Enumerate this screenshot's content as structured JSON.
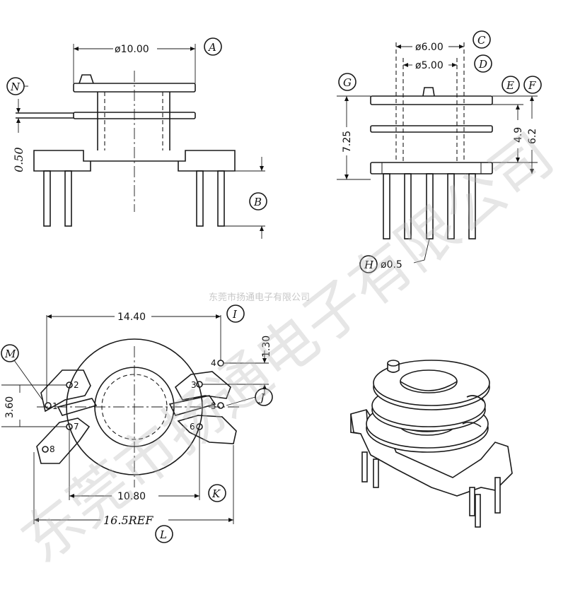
{
  "front_view": {
    "dim_diameter_top": "ø10.00",
    "dim_thickness": "0.50",
    "callouts": [
      "A",
      "N",
      "B"
    ]
  },
  "side_view": {
    "dim_diameter_outer": "ø6.00",
    "dim_diameter_inner": "ø5.00",
    "dim_height_left": "7.25",
    "dim_height_mid": "4.9",
    "dim_height_right": "6.2",
    "dim_pin": "ø0.5",
    "callouts": [
      "C",
      "D",
      "G",
      "E",
      "F",
      "H"
    ]
  },
  "bottom_view": {
    "dim_width_top": "14.40",
    "dim_small_right": "1.30",
    "dim_side_left": "3.60",
    "dim_pin_pitch": "10.80",
    "dim_overall": "16.5REF",
    "callouts": [
      "I",
      "M",
      "J",
      "K",
      "L"
    ],
    "pins": [
      "1",
      "2",
      "3",
      "4",
      "5",
      "6",
      "7",
      "8"
    ]
  },
  "watermark": {
    "company": "东莞市扬通电子有限公司",
    "company_small": "东莞市扬通电子有限公司"
  },
  "colors": {
    "line": "#1a1a1a",
    "watermark": "#b8b8b8"
  }
}
